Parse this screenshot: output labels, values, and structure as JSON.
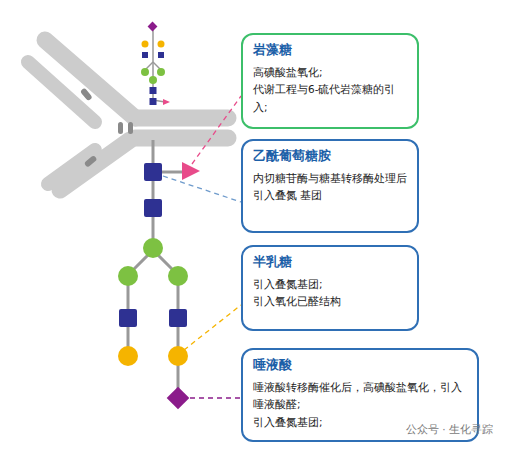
{
  "diagram": {
    "nodes": [
      {
        "text": [
          "岩藻糖",
          "高碘酸盐氧化;",
          "代谢工程与6-硫代岩藻糖的引入;"
        ]
      },
      {
        "text": [
          "乙酰葡萄糖胺",
          "内切糖苷酶与糖基转移酶处理后引入叠氮 基团"
        ]
      },
      {
        "text": [
          "半乳糖",
          "引入叠氮基团;",
          "引入氧化已醛结构"
        ]
      },
      {
        "text": [
          "唾液酸",
          "唾液酸转移酶催化后，高碘酸盐氧化，引入唾液酸醛;",
          "引入叠氮基团;"
        ]
      }
    ],
    "labels": [
      "公众号 · 生化寻踪"
    ]
  }
}
